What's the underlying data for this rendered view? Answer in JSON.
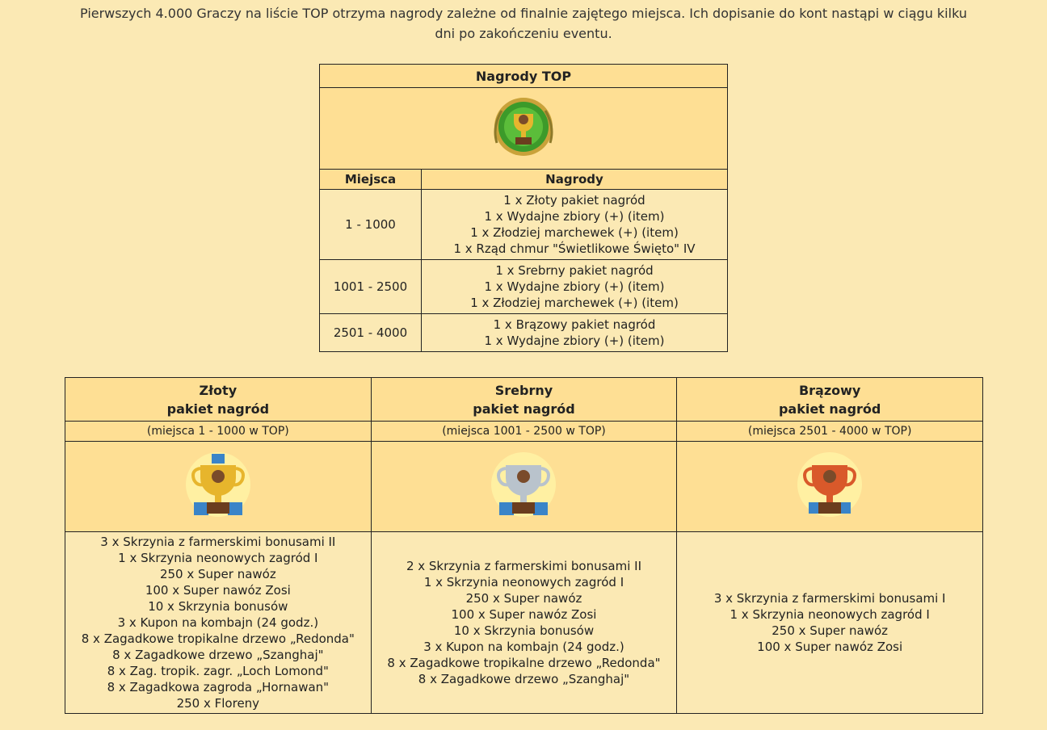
{
  "intro": {
    "line1": "Pierwszych 4.000 Graczy na liście TOP otrzyma nagrody zależne od finalnie zajętego miejsca. Ich dopisanie do kont nastąpi w ciągu kilku",
    "line2": "dni po zakończeniu eventu."
  },
  "top_table": {
    "title": "Nagrody TOP",
    "icon": "green-medal-trophy-icon",
    "col_rank": "Miejsca",
    "col_rewards": "Nagrody",
    "rows": [
      {
        "rank": "1 - 1000",
        "rewards": [
          "1 x Złoty pakiet nagród",
          "1 x Wydajne zbiory (+) (item)",
          "1 x Złodziej marchewek (+) (item)",
          "1 x Rząd chmur \"Świetlikowe Święto\" IV"
        ]
      },
      {
        "rank": "1001 - 2500",
        "rewards": [
          "1 x Srebrny pakiet nagród",
          "1 x Wydajne zbiory (+) (item)",
          "1 x Złodziej marchewek (+) (item)"
        ]
      },
      {
        "rank": "2501 - 4000",
        "rewards": [
          "1 x Brązowy pakiet nagród",
          "1 x Wydajne zbiory (+) (item)"
        ]
      }
    ]
  },
  "packages": [
    {
      "title_line1": "Złoty",
      "title_line2": "pakiet nagród",
      "range": "(miejsca 1 - 1000 w TOP)",
      "icon": "gold-trophy-icon",
      "color": "#e7b52c",
      "items": [
        "3 x Skrzynia z farmerskimi bonusami II",
        "1 x Skrzynia neonowych zagród I",
        "250 x Super nawóz",
        "100 x Super nawóz Zosi",
        "10 x Skrzynia bonusów",
        "3 x Kupon na kombajn (24 godz.)",
        "8 x Zagadkowe tropikalne drzewo „Redonda\"",
        "8 x Zagadkowe drzewo „Szanghaj\"",
        "8 x Zag. tropik. zagr. „Loch Lomond\"",
        "8 x Zagadkowa zagroda „Hornawan\"",
        "250 x Floreny"
      ]
    },
    {
      "title_line1": "Srebrny",
      "title_line2": "pakiet nagród",
      "range": "(miejsca 1001 - 2500 w TOP)",
      "icon": "silver-trophy-icon",
      "color": "#b9c3cc",
      "items": [
        "2 x Skrzynia z farmerskimi bonusami II",
        "1 x Skrzynia neonowych zagród I",
        "250 x Super nawóz",
        "100 x Super nawóz Zosi",
        "10 x Skrzynia bonusów",
        "3 x Kupon na kombajn (24 godz.)",
        "8 x Zagadkowe tropikalne drzewo „Redonda\"",
        "8 x Zagadkowe drzewo „Szanghaj\""
      ]
    },
    {
      "title_line1": "Brązowy",
      "title_line2": "pakiet nagród",
      "range": "(miejsca 2501 - 4000 w TOP)",
      "icon": "bronze-trophy-icon",
      "color": "#d9592a",
      "items": [
        "3 x Skrzynia z farmerskimi bonusami I",
        "1 x Skrzynia neonowych zagród I",
        "250 x Super nawóz",
        "100 x Super nawóz Zosi"
      ]
    }
  ]
}
